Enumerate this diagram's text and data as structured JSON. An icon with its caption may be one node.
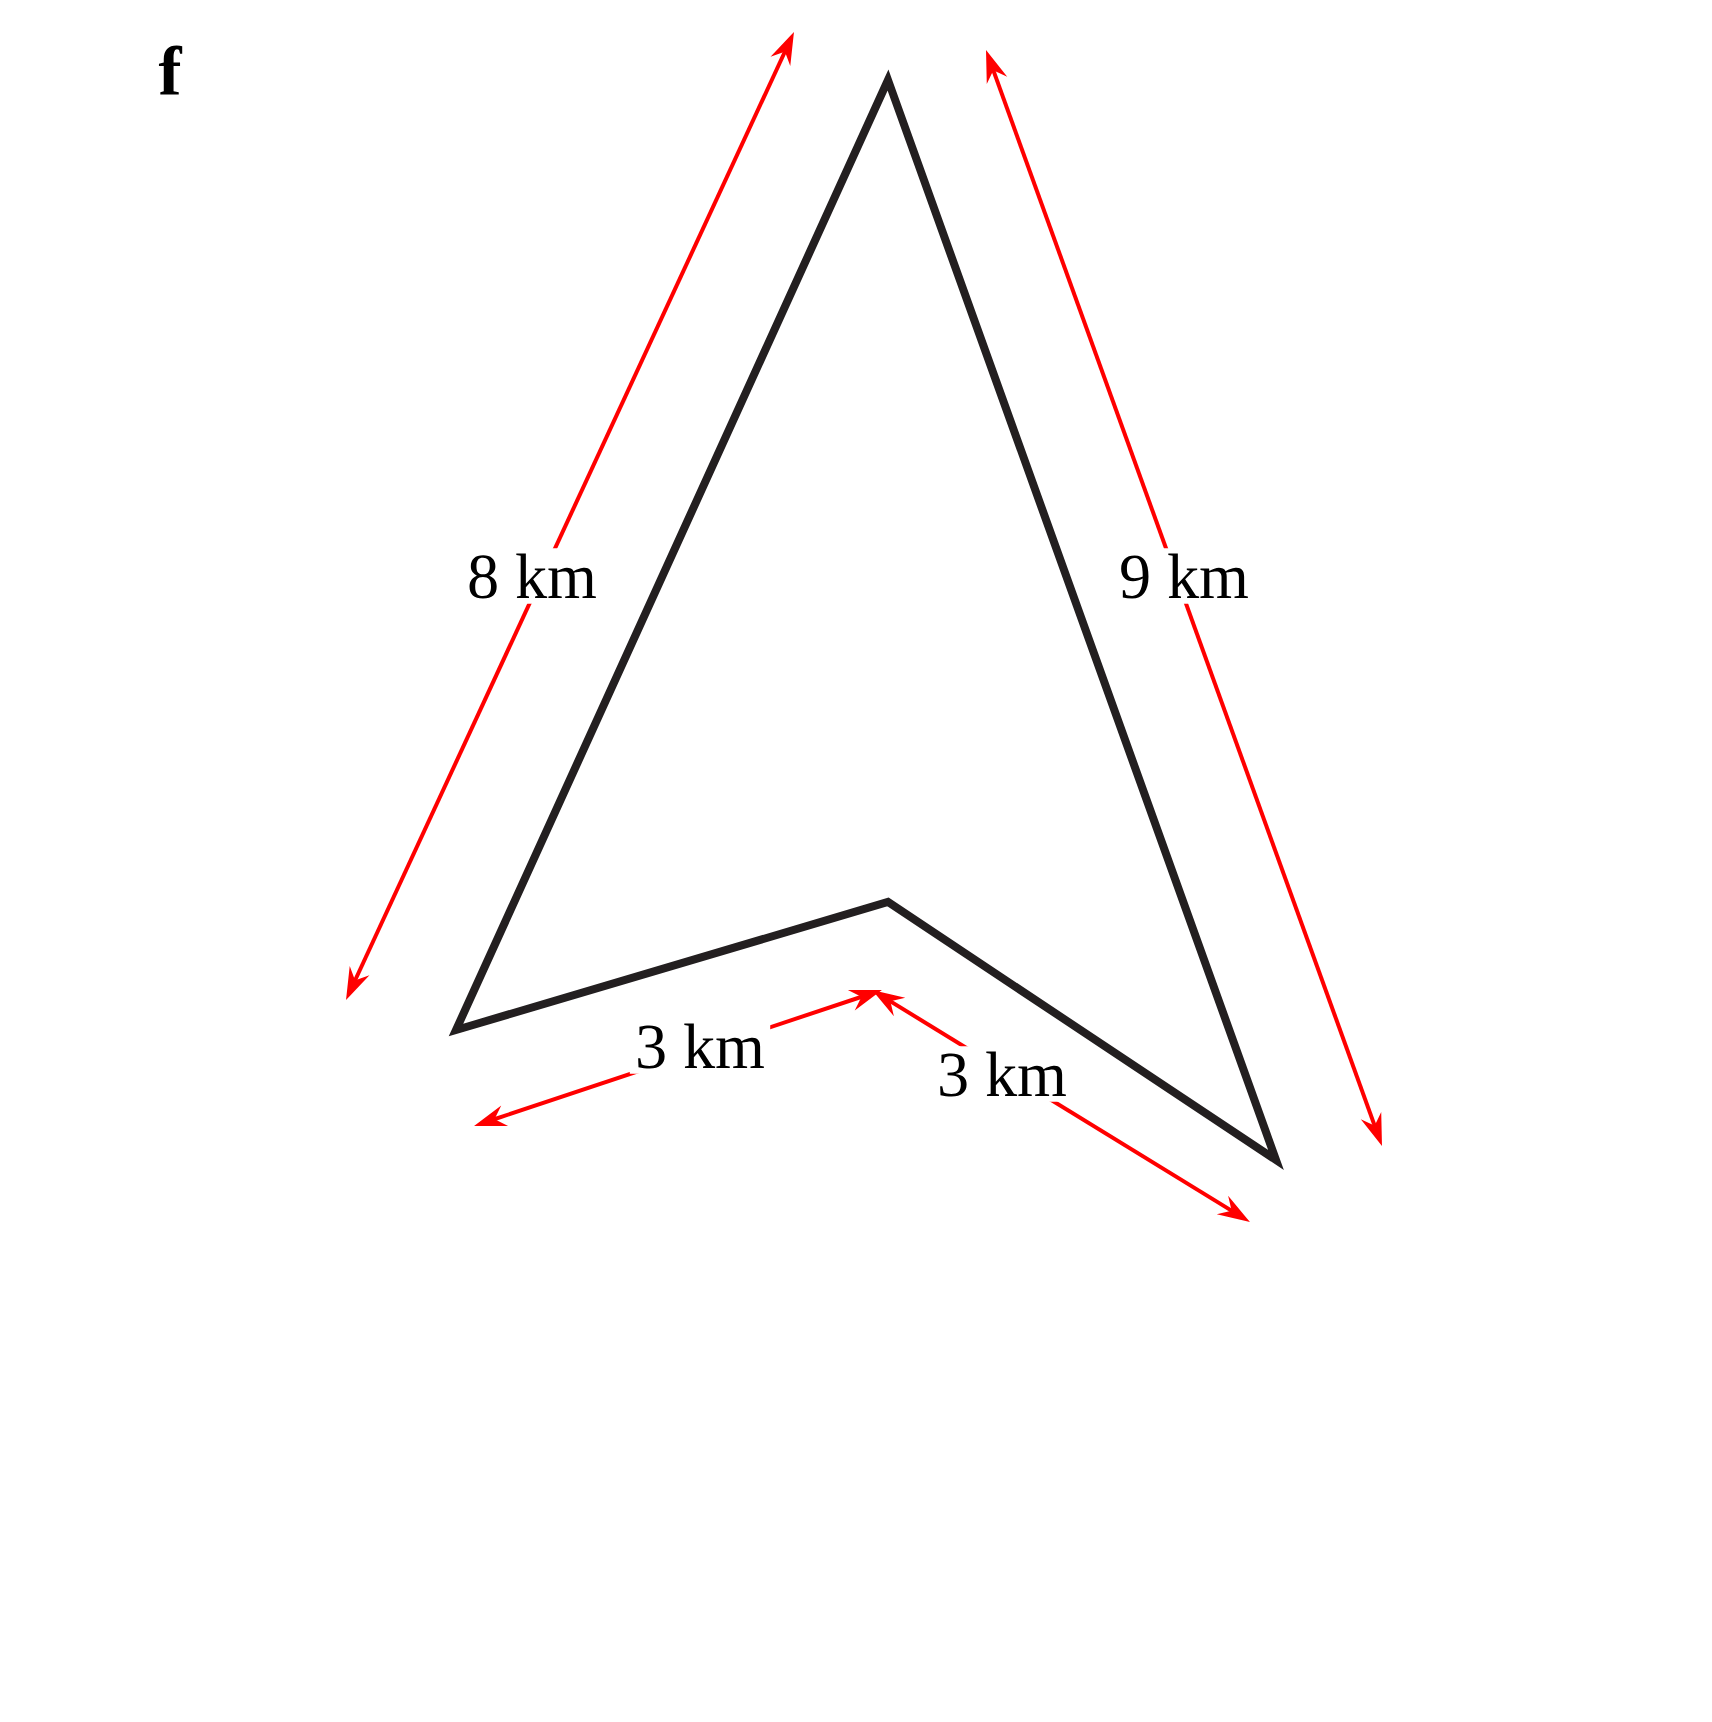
{
  "diagram": {
    "labels": [
      "f",
      "8 km",
      "9 km",
      "3 km",
      "3 km"
    ]
  }
}
